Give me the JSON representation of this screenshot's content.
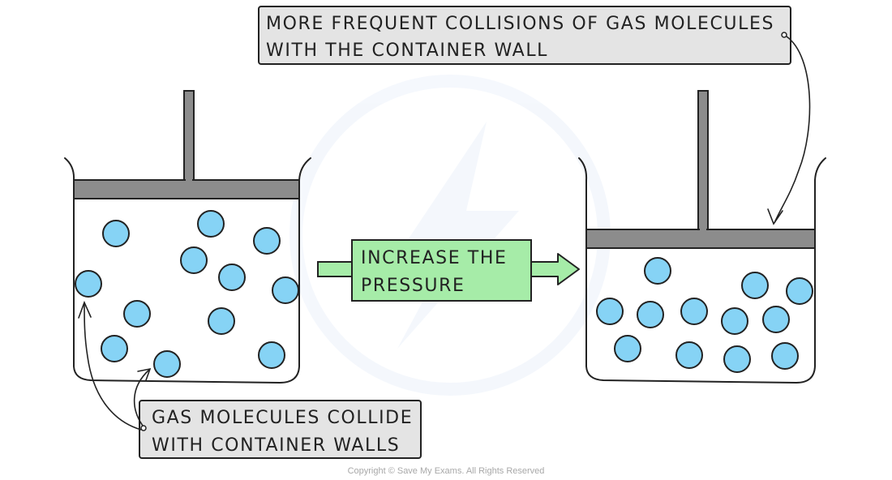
{
  "labels": {
    "top_callout": {
      "line1": "MORE FREQUENT COLLISIONS OF GAS MOLECULES",
      "line2": "WITH THE CONTAINER WALL"
    },
    "bottom_callout": {
      "line1": "GAS MOLECULES COLLIDE",
      "line2": "WITH CONTAINER WALLS"
    },
    "arrow": {
      "line1": "INCREASE THE",
      "line2": "PRESSURE"
    }
  },
  "copyright": "Copyright © Save My Exams. All Rights Reserved",
  "colors": {
    "molecule_fill": "#86d3f5",
    "piston": "#8c8c8c",
    "arrow_fill": "#a6eca8",
    "callout_fill": "#e4e4e4",
    "outline": "#222222"
  }
}
